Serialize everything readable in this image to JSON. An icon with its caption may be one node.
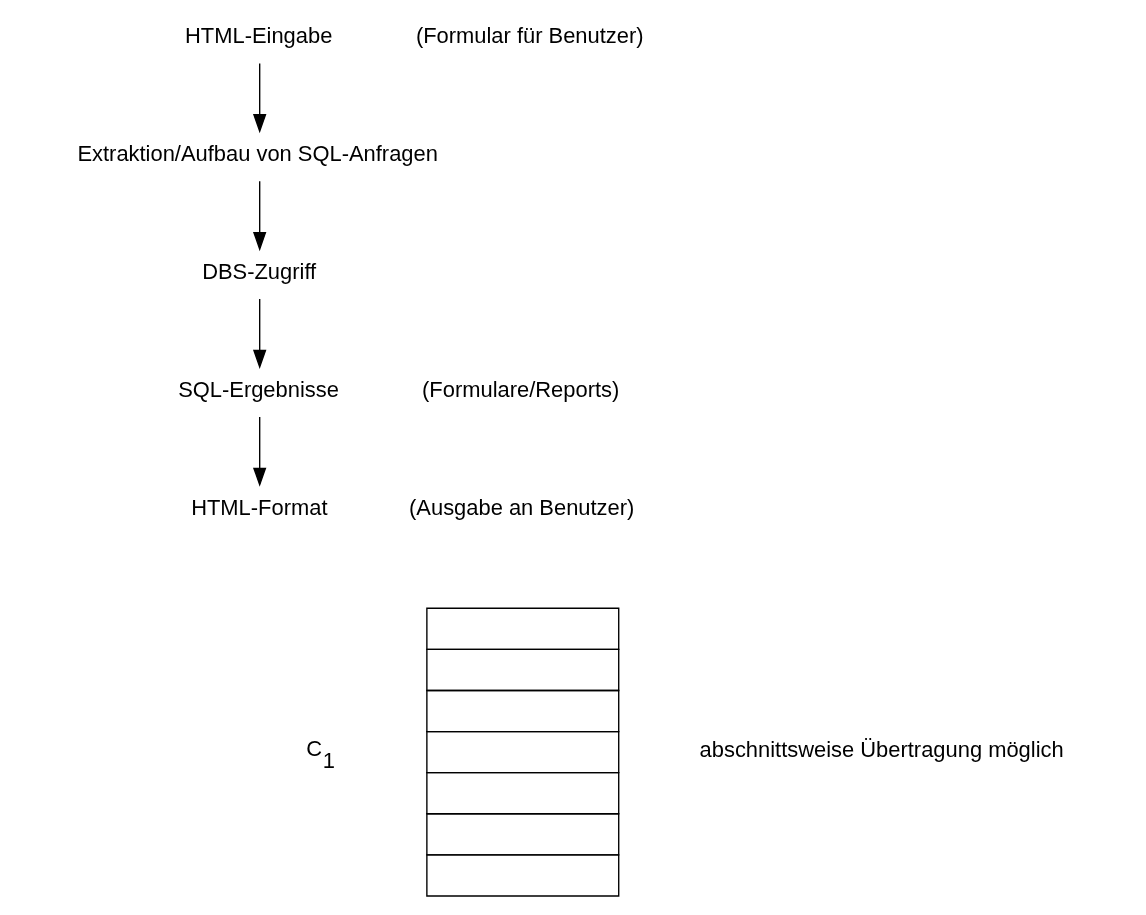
{
  "diagram": {
    "nodes": [
      {
        "text": [
          "HTML-Eingabe"
        ],
        "beside": [
          "(Formular für Benutzer)"
        ]
      },
      {
        "text": [
          "Extraktion/Aufbau von SQL-Anfragen"
        ]
      },
      {
        "text": [
          "DBS-Zugriff"
        ]
      },
      {
        "text": [
          "SQL-Ergebnisse"
        ],
        "beside": [
          "(Formulare/Reports)"
        ]
      },
      {
        "text": [
          "HTML-Format"
        ],
        "beside": [
          "(Ausgabe an Benutzer)"
        ]
      },
      {
        "text": [],
        "shape": "box"
      }
    ],
    "edges": [
      {
        "from": 0,
        "to": 1,
        "arrow": "to"
      },
      {
        "from": 1,
        "to": 2,
        "arrow": "to"
      },
      {
        "from": 2,
        "to": 3,
        "arrow": "to"
      },
      {
        "from": 3,
        "to": 4,
        "arrow": "to"
      }
    ],
    "labels": [
      "C$_{1}$",
      "abschnittsweise Übertragung möglich"
    ]
  }
}
